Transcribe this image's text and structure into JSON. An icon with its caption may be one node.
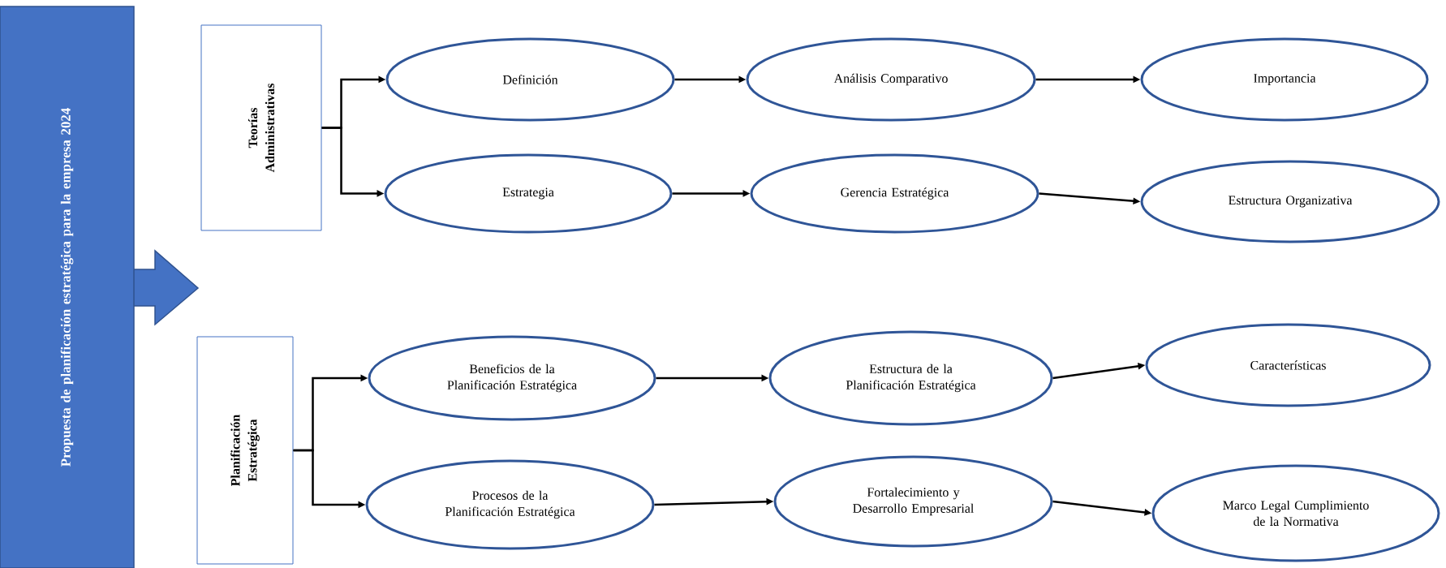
{
  "diagram": {
    "nodes": [
      {
        "text": [
          "Propuesta de planificación estratégica para la empresa 2024"
        ]
      },
      {
        "text": [
          "Teorías Administrativas"
        ]
      },
      {
        "text": [
          "Definición"
        ]
      },
      {
        "text": [
          "Análisis Comparativo"
        ]
      },
      {
        "text": [
          "Importancia"
        ]
      },
      {
        "text": [
          "Estrategia"
        ]
      },
      {
        "text": [
          "Gerencia Estratégica"
        ]
      },
      {
        "text": [
          "Estructura Organizativa"
        ]
      },
      {
        "text": [
          "Planificación Estratégica"
        ]
      },
      {
        "text": [
          "Beneficios de la Planificación Estratégica"
        ]
      },
      {
        "text": [
          "Estructura de la Planificación Estratégica"
        ]
      },
      {
        "text": [
          "Características"
        ]
      },
      {
        "text": [
          "Procesos de la Planificación Estratégica"
        ]
      },
      {
        "text": [
          "Fortalecimiento y Desarrollo Empresarial"
        ]
      },
      {
        "text": [
          "Marco Legal Cumplimiento de la Normativa"
        ]
      }
    ],
    "edges": [
      {
        "from": 1,
        "to": 2,
        "arrow": "to"
      },
      {
        "from": 1,
        "to": 5,
        "arrow": "to"
      },
      {
        "from": 2,
        "to": 3,
        "arrow": "to"
      },
      {
        "from": 3,
        "to": 4,
        "arrow": "to"
      },
      {
        "from": 5,
        "to": 6,
        "arrow": "to"
      },
      {
        "from": 6,
        "to": 7,
        "arrow": "to"
      },
      {
        "from": 8,
        "to": 9,
        "arrow": "to"
      },
      {
        "from": 8,
        "to": 12,
        "arrow": "to"
      },
      {
        "from": 9,
        "to": 10,
        "arrow": "to"
      },
      {
        "from": 10,
        "to": 11,
        "arrow": "to"
      },
      {
        "from": 12,
        "to": 13,
        "arrow": "to"
      },
      {
        "from": 13,
        "to": 14,
        "arrow": "to"
      }
    ]
  }
}
